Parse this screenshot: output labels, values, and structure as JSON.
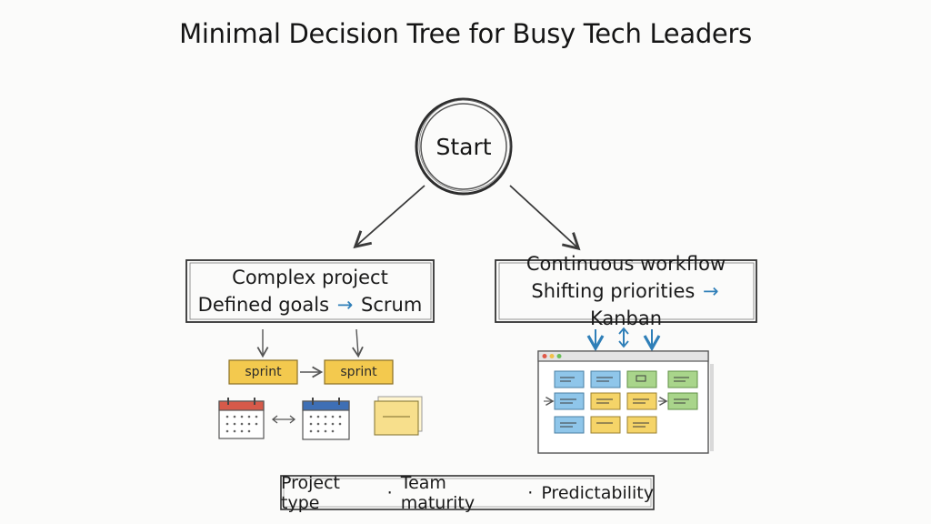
{
  "title": "Minimal Decision Tree for Busy Tech Leaders",
  "start": {
    "label": "Start"
  },
  "left_branch": {
    "line1": "Complex project",
    "line2_text": "Defined goals",
    "line2_arrow": "→",
    "line2_result": "Scrum",
    "sprint_labels": [
      "sprint",
      "sprint"
    ]
  },
  "right_branch": {
    "line1": "Continuous workflow",
    "line2_text": "Shifting priorities",
    "line2_arrow": "→",
    "line2_result": "Kanban"
  },
  "footer": {
    "items": [
      "Project type",
      "Team maturity",
      "Predictability"
    ],
    "separator": "·"
  },
  "colors": {
    "ink": "#2b2b2b",
    "sprint_fill": "#f3c94e",
    "calendar_red": "#d65a4a",
    "calendar_blue": "#3e6fb5",
    "note_yellow": "#f7df8c",
    "card_blue": "#8fc6ea",
    "card_yellow": "#f5d468",
    "card_green": "#a9d58b",
    "accent_arrow": "#2f7fb8"
  }
}
